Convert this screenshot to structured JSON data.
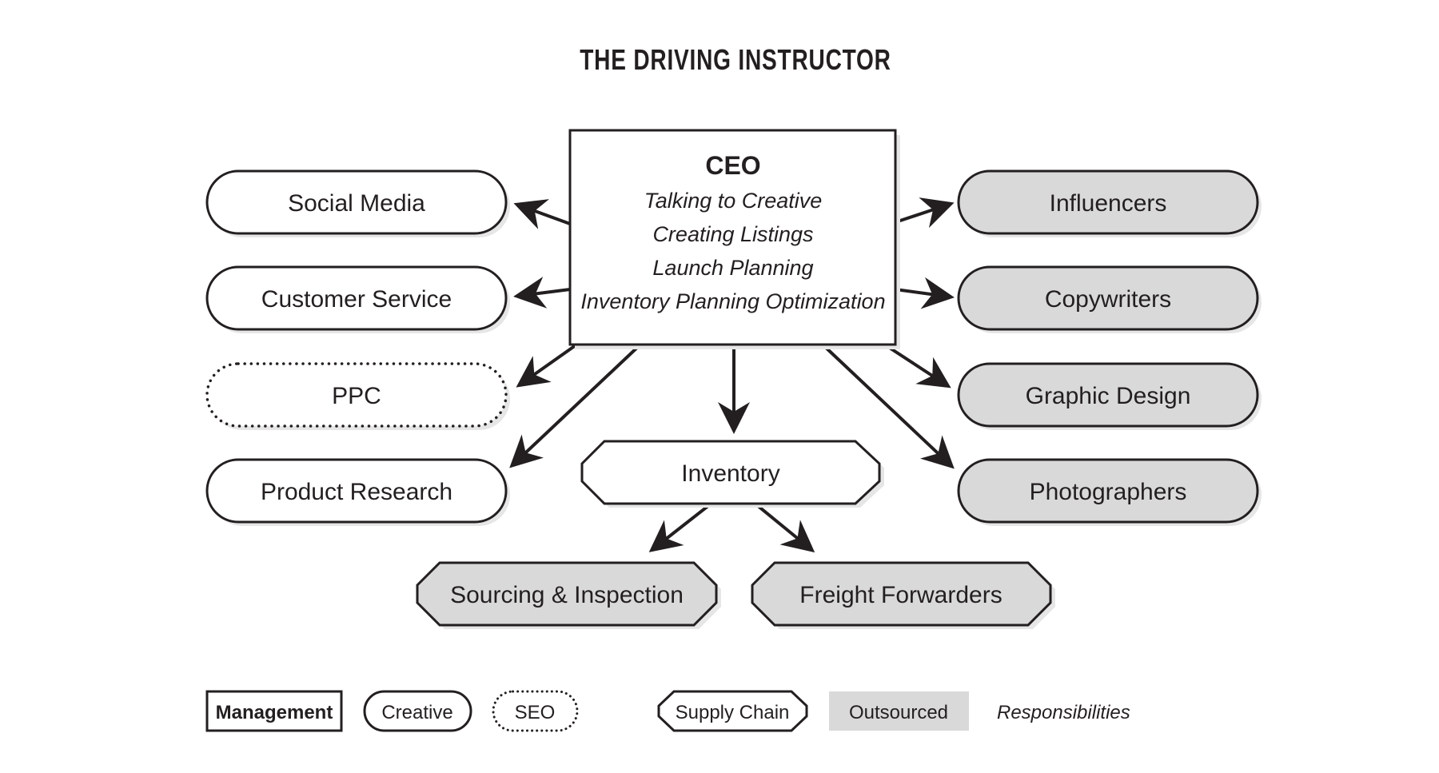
{
  "title": "THE DRIVING INSTRUCTOR",
  "ceo": {
    "heading": "CEO",
    "responsibilities": [
      "Talking to Creative",
      "Creating Listings",
      "Launch Planning",
      "Inventory Planning Optimization"
    ]
  },
  "left_nodes": [
    {
      "label": "Social Media",
      "type": "Creative"
    },
    {
      "label": "Customer Service",
      "type": "Creative"
    },
    {
      "label": "PPC",
      "type": "SEO"
    },
    {
      "label": "Product Research",
      "type": "Creative"
    }
  ],
  "right_nodes": [
    {
      "label": "Influencers",
      "type": "Outsourced"
    },
    {
      "label": "Copywriters",
      "type": "Outsourced"
    },
    {
      "label": "Graphic Design",
      "type": "Outsourced"
    },
    {
      "label": "Photographers",
      "type": "Outsourced"
    }
  ],
  "inventory": {
    "label": "Inventory",
    "type": "Supply Chain"
  },
  "supply_nodes": [
    {
      "label": "Sourcing & Inspection",
      "type": "Supply Chain, Outsourced"
    },
    {
      "label": "Freight Forwarders",
      "type": "Supply Chain, Outsourced"
    }
  ],
  "legend": {
    "management": "Management",
    "creative": "Creative",
    "seo": "SEO",
    "supply_chain": "Supply Chain",
    "outsourced": "Outsourced",
    "responsibilities": "Responsibilities"
  },
  "colors": {
    "stroke": "#231f20",
    "outsourced_fill": "#d9d9d9",
    "shadow": "#e6e6e6",
    "background": "#ffffff"
  }
}
